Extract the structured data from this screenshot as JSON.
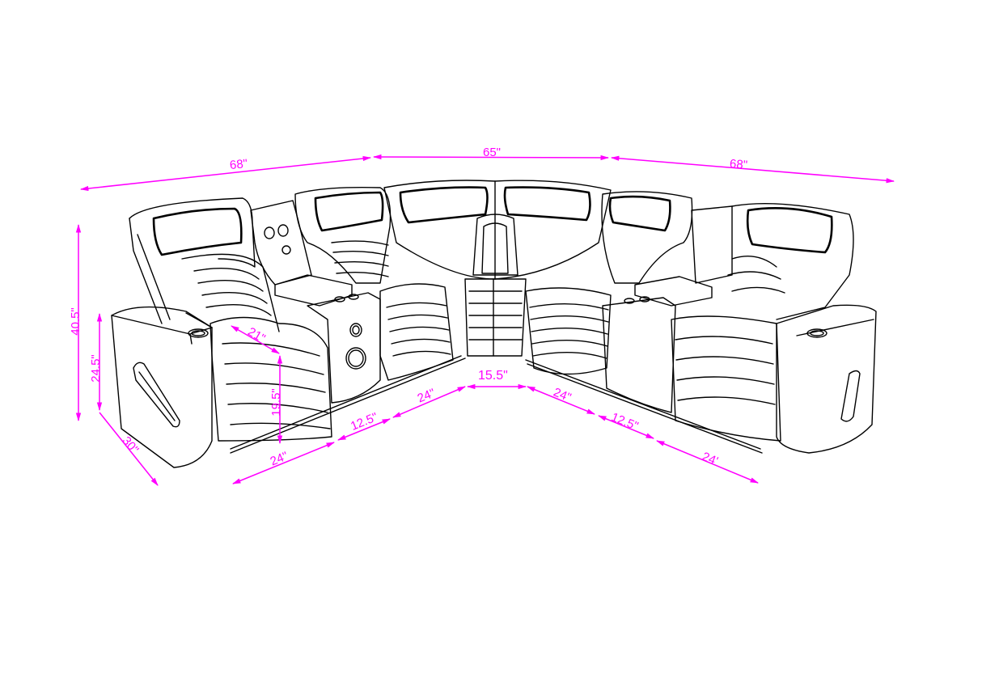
{
  "diagram": {
    "subject": "Curved sectional recliner sofa with consoles and cup holders",
    "dimension_color": "#ff00ff",
    "line_color": "#000000",
    "background": "#ffffff",
    "dimensions": {
      "top_left_width": "68\"",
      "top_center_width": "65\"",
      "top_right_width": "68\"",
      "overall_height": "40.5\"",
      "arm_height": "24.5\"",
      "depth": "30\"",
      "seat_depth": "21\"",
      "seat_height": "19.5\"",
      "left_seat_width": "24\"",
      "left_console_width": "12.5\"",
      "left_inner_seat_width": "24\"",
      "corner_width": "15.5\"",
      "right_inner_seat_width": "24\"",
      "right_console_width": "12.5\"",
      "right_seat_width": "24'"
    }
  }
}
